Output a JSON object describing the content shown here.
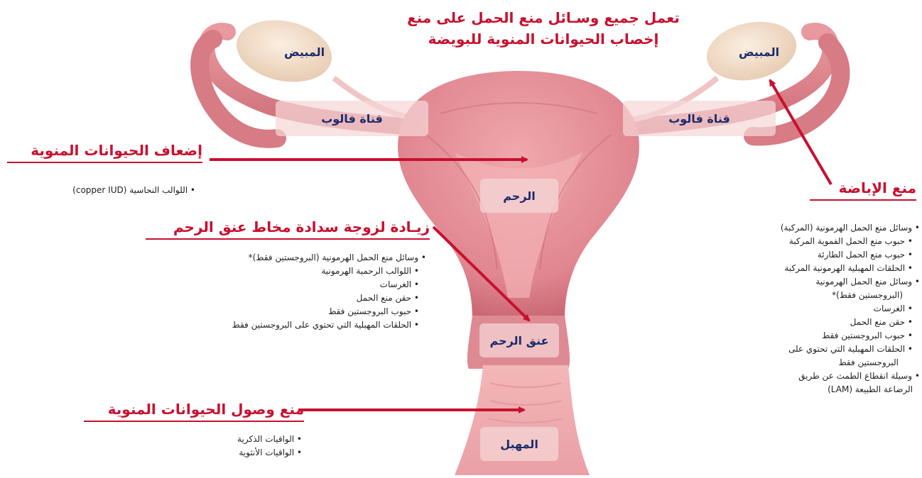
{
  "title": {
    "line1": "تعمل جميع وسـائل منع الحمل على منع",
    "line2": "إخصاب الحيوانات المنوية للبويضة"
  },
  "organs": {
    "ovary_left": "المبيض",
    "ovary_right": "المبيض",
    "tube_left": "قناة فالوب",
    "tube_right": "قناة فالوب",
    "uterus": "الرحم",
    "cervix": "عنق الرحم",
    "vagina": "المهبل"
  },
  "weaken_sperm": {
    "heading": "إضعاف الحيوانات المنوية",
    "items": [
      "اللوالب النحاسية (copper IUD)"
    ]
  },
  "mucus": {
    "heading": "زيـادة لزوجة سدادة مخاط عنق الرحم",
    "items": [
      "وسائل منع الحمل الهرمونية (البروجستين فقط)*",
      "اللوالب الرحمية الهرمونية",
      "الغرسات",
      "حقن منع الحمل",
      "حبوب البروجستين فقط",
      "الحلقات المهبلية التي تحتوي على البروجستين فقط"
    ]
  },
  "block_sperm": {
    "heading": "منع وصول الحيوانات المنوية",
    "items": [
      "الواقيات الذكرية",
      "الواقيات الأنثوية"
    ]
  },
  "ovulation": {
    "heading": "منع الإباضة",
    "items": [
      "وسائل منع الحمل الهرمونية (المركبة)",
      "حبوب منع الحمل الفموية المركبة",
      "حبوب منع الحمل الطارئة",
      "الحلقات المهبلية الهرمونية المركبة",
      "وسائل منع الحمل الهرمونية",
      "(البروجستين فقط)*",
      "الغرسات",
      "حقن منع الحمل",
      "حبوب البروجستين فقط",
      "الحلقات المهبلية التي تحتوي على",
      "البروجستين فقط",
      "وسيلة انقطاع الطمث عن طريق",
      "الرضاعة الطبيعة (LAM)"
    ]
  },
  "colors": {
    "accent": "#c8102e",
    "label_text": "#1b2a6b",
    "tissue": "#e8949b",
    "tissue_dark": "#c9656f",
    "ovary": "#f3dcc8"
  }
}
